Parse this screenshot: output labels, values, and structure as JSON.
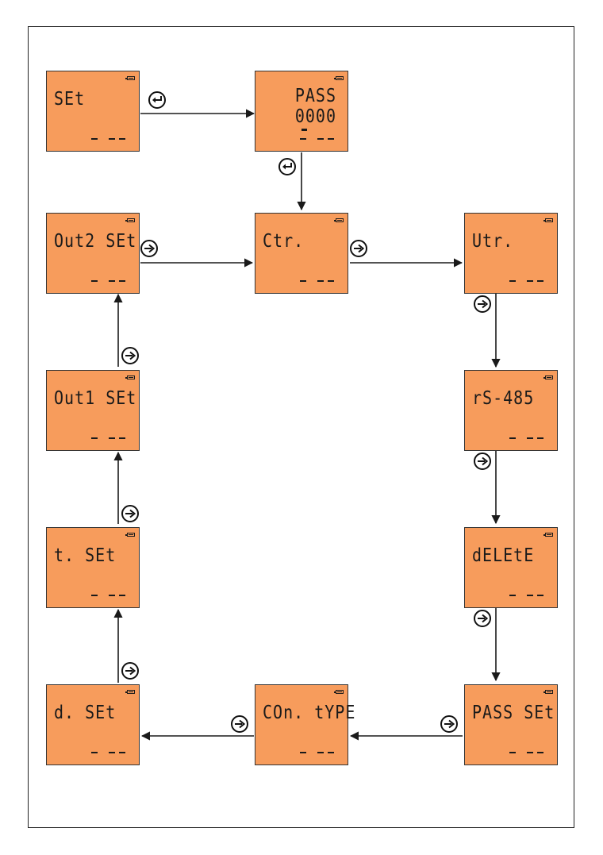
{
  "screens": {
    "set": "SEt",
    "pass_title": "PASS",
    "pass_value": "0000",
    "out2": "Out2 SEt",
    "ctr": "Ctr.",
    "utr": "Utr.",
    "out1": "Out1 SEt",
    "rs485": "rS-485",
    "tset": "t. SEt",
    "delete": "dELEtE",
    "dset": "d. SEt",
    "contype": "COn. tYPE",
    "passset": "PASS SEt"
  },
  "icons": {
    "enter": "enter-key-icon",
    "next": "right-arrow-key-icon",
    "battery": "battery-icon"
  },
  "colors": {
    "screen_bg": "#f79c5c",
    "line": "#1a1a1a"
  }
}
